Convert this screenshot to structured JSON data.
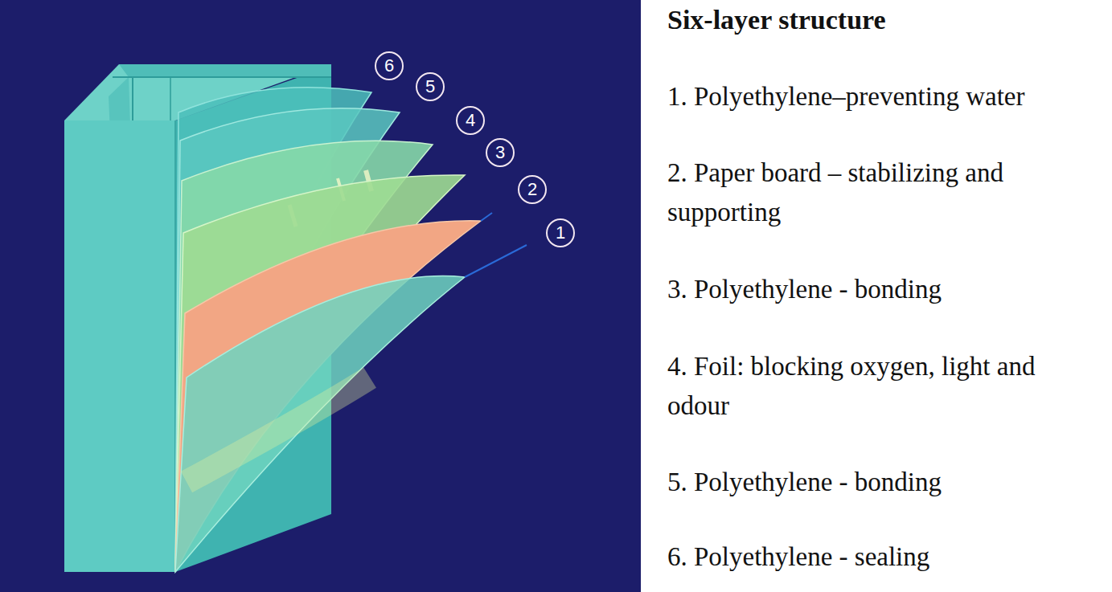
{
  "diagram": {
    "title": "Six-layer structure",
    "nodes": [
      {
        "text": [
          "6"
        ]
      },
      {
        "text": [
          "5"
        ]
      },
      {
        "text": [
          "4"
        ]
      },
      {
        "text": [
          "3"
        ]
      },
      {
        "text": [
          "2"
        ]
      },
      {
        "text": [
          "1"
        ]
      }
    ],
    "labels": [
      "1. Polyethylene–preventing water",
      "2. Paper board – stabilizing and supporting",
      "3. Polyethylene - bonding",
      "4. Foil: blocking oxygen, light and odour",
      "5. Polyethylene - bonding",
      "6. Polyethylene - sealing"
    ]
  }
}
